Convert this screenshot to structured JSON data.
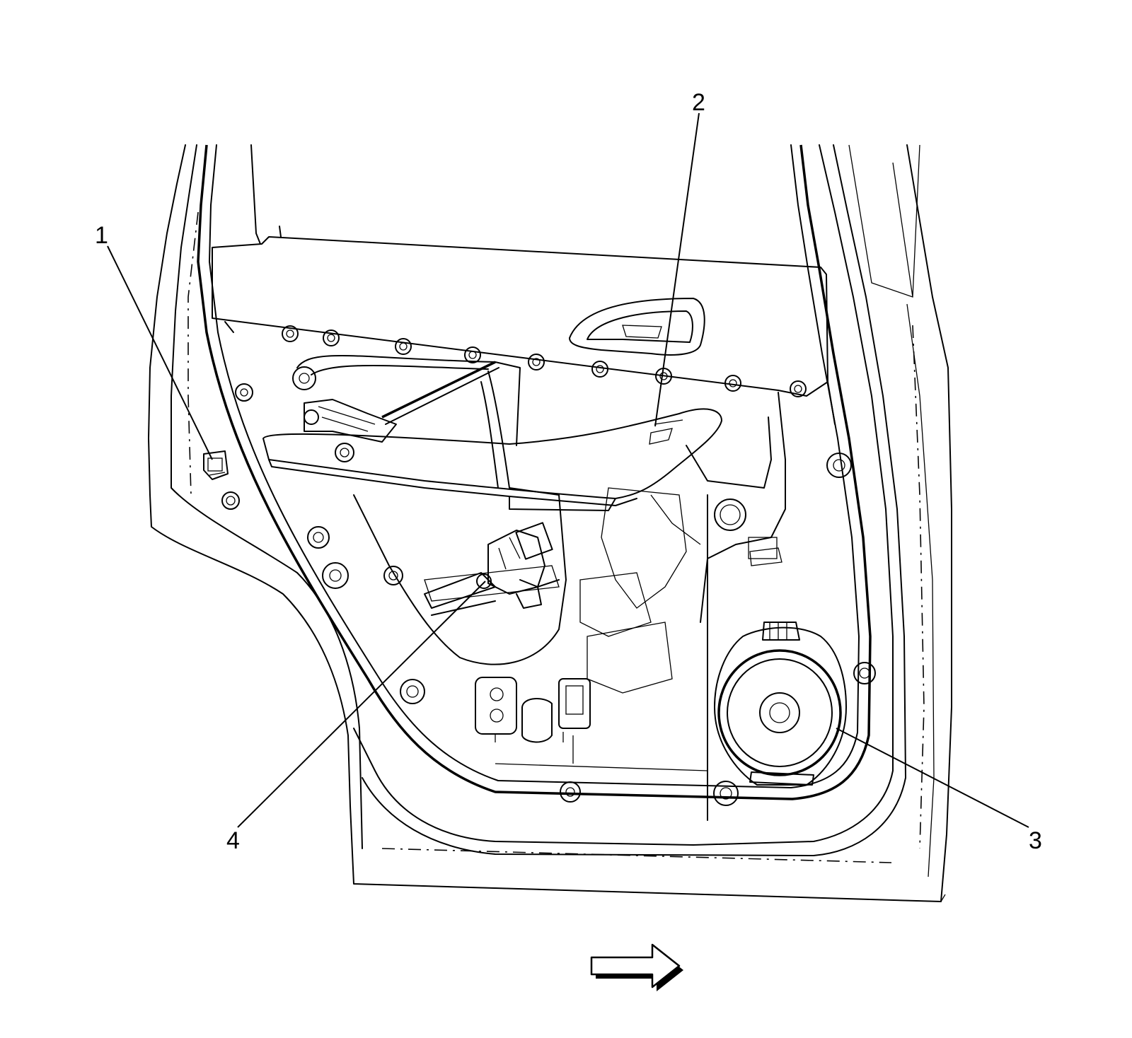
{
  "callouts": [
    {
      "id": "1",
      "label": "1"
    },
    {
      "id": "2",
      "label": "2"
    },
    {
      "id": "3",
      "label": "3"
    },
    {
      "id": "4",
      "label": "4"
    }
  ],
  "icons": {
    "direction_arrow": "right-arrow-icon"
  }
}
